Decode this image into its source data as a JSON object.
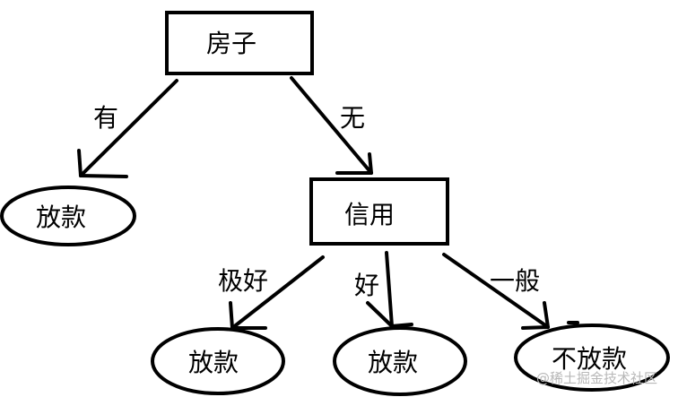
{
  "diagram": {
    "nodes": {
      "root": {
        "label": "房子"
      },
      "leaf_yes": {
        "label": "放款"
      },
      "credit": {
        "label": "信用"
      },
      "leaf_excellent": {
        "label": "放款"
      },
      "leaf_good": {
        "label": "放款"
      },
      "leaf_average": {
        "label": "不放款"
      }
    },
    "edges": {
      "root_yes": {
        "label": "有"
      },
      "root_no": {
        "label": "无"
      },
      "credit_excellent": {
        "label": "极好"
      },
      "credit_good": {
        "label": "好"
      },
      "credit_average": {
        "label": "一般"
      }
    },
    "stroke_color": "#000000"
  },
  "watermark": {
    "text": "@稀土掘金技术社区"
  }
}
